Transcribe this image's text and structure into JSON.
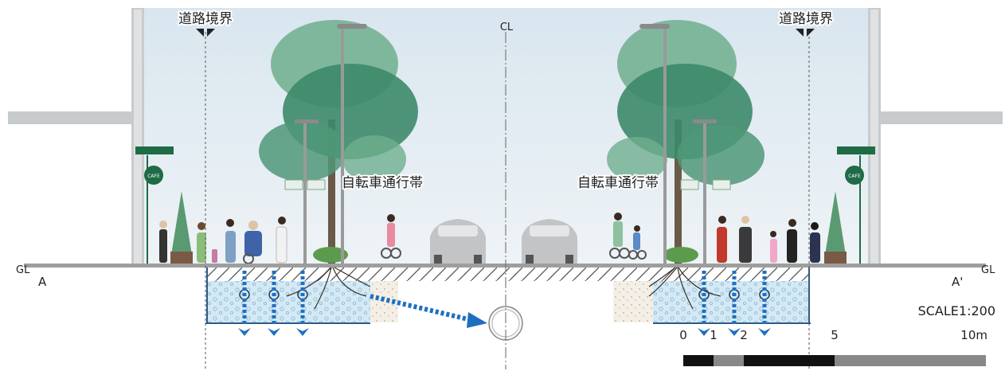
{
  "labels": {
    "boundary_left": "道路境界",
    "boundary_right": "道路境界",
    "centerline": "CL",
    "gl_left": "GL",
    "gl_right": "GL",
    "section_left": "A",
    "section_right": "A'",
    "bike_lane_left": "自転車通行帯",
    "bike_lane_right": "自転車通行帯",
    "shop_sign": "CAFE",
    "scale": "SCALE1:200"
  },
  "scale_bar": {
    "ticks": [
      "0",
      "1",
      "2",
      "5",
      "10m"
    ],
    "max_m": 10
  },
  "colors": {
    "sky": "#dfe9f0",
    "building": "#c8cbcd",
    "tree_dark": "#3d8a6a",
    "tree_light": "#6fae8e",
    "soil_blue": "#cfe6f3",
    "arrow_blue": "#1f6fc0",
    "road_gray": "#bdbdbd",
    "awning": "#1e6b46"
  }
}
